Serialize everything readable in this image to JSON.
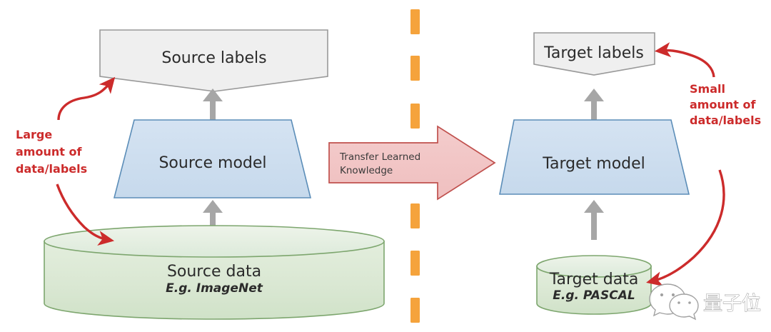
{
  "figure": {
    "title_semantic": "transfer-learning-diagram",
    "background": "#ffffff"
  },
  "colors": {
    "label_box_fill": "#efefef",
    "label_box_stroke": "#999999",
    "model_fill": "#cfdfef",
    "model_stroke": "#5b8db8",
    "data_fill": "#dbe8d5",
    "data_stroke": "#7da66e",
    "transfer_fill": "#f2c5c5",
    "transfer_stroke": "#c0504d",
    "annotation_red": "#cc2b2b",
    "divider_orange": "#f5a33c",
    "gray_arrow": "#a6a6a6",
    "text_dark": "#2b2b2b"
  },
  "source_side": {
    "labels_box": {
      "text": "Source labels"
    },
    "model_box": {
      "text": "Source model"
    },
    "data_cylinder": {
      "title": "Source data",
      "subtitle": "E.g. ImageNet"
    },
    "annotation": {
      "line1": "Large",
      "line2": "amount of",
      "line3": "data/labels"
    }
  },
  "transfer": {
    "line1": "Transfer Learned",
    "line2": "Knowledge",
    "direction": "left-to-right"
  },
  "divider": {
    "orientation": "vertical",
    "style": "dashed",
    "dash_count": 6
  },
  "target_side": {
    "labels_box": {
      "text": "Target labels"
    },
    "model_box": {
      "text": "Target model"
    },
    "data_cylinder": {
      "title": "Target data",
      "subtitle": "E.g. PASCAL"
    },
    "annotation": {
      "line1": "Small",
      "line2": "amount of",
      "line3": "data/labels"
    }
  },
  "watermark": {
    "icon": "wechat-icon",
    "text": "量子位"
  }
}
